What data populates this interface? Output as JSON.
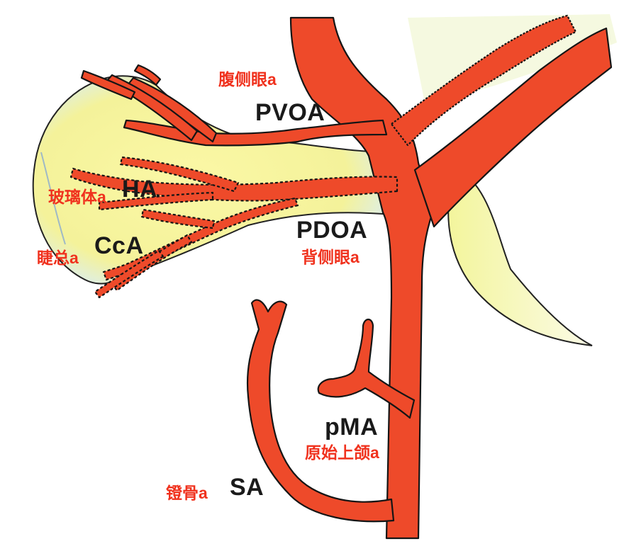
{
  "labels": {
    "pvoa": "PVOA",
    "pvoa_zh": "腹侧眼a",
    "ha": "HA",
    "ha_zh": "玻璃体a",
    "cca": "CcA",
    "cca_zh": "睫总a",
    "pdoa": "PDOA",
    "pdoa_zh": "背侧眼a",
    "pma": "pMA",
    "pma_zh": "原始上颌a",
    "sa": "SA",
    "sa_zh": "镫骨a"
  },
  "colors": {
    "artery": "#ee4a2a",
    "outline": "#111111",
    "eye_fill": "#f4f29a",
    "eye_edge": "#cfe7ef",
    "label_en": "#1a1a1a",
    "label_zh": "#f0321e"
  }
}
